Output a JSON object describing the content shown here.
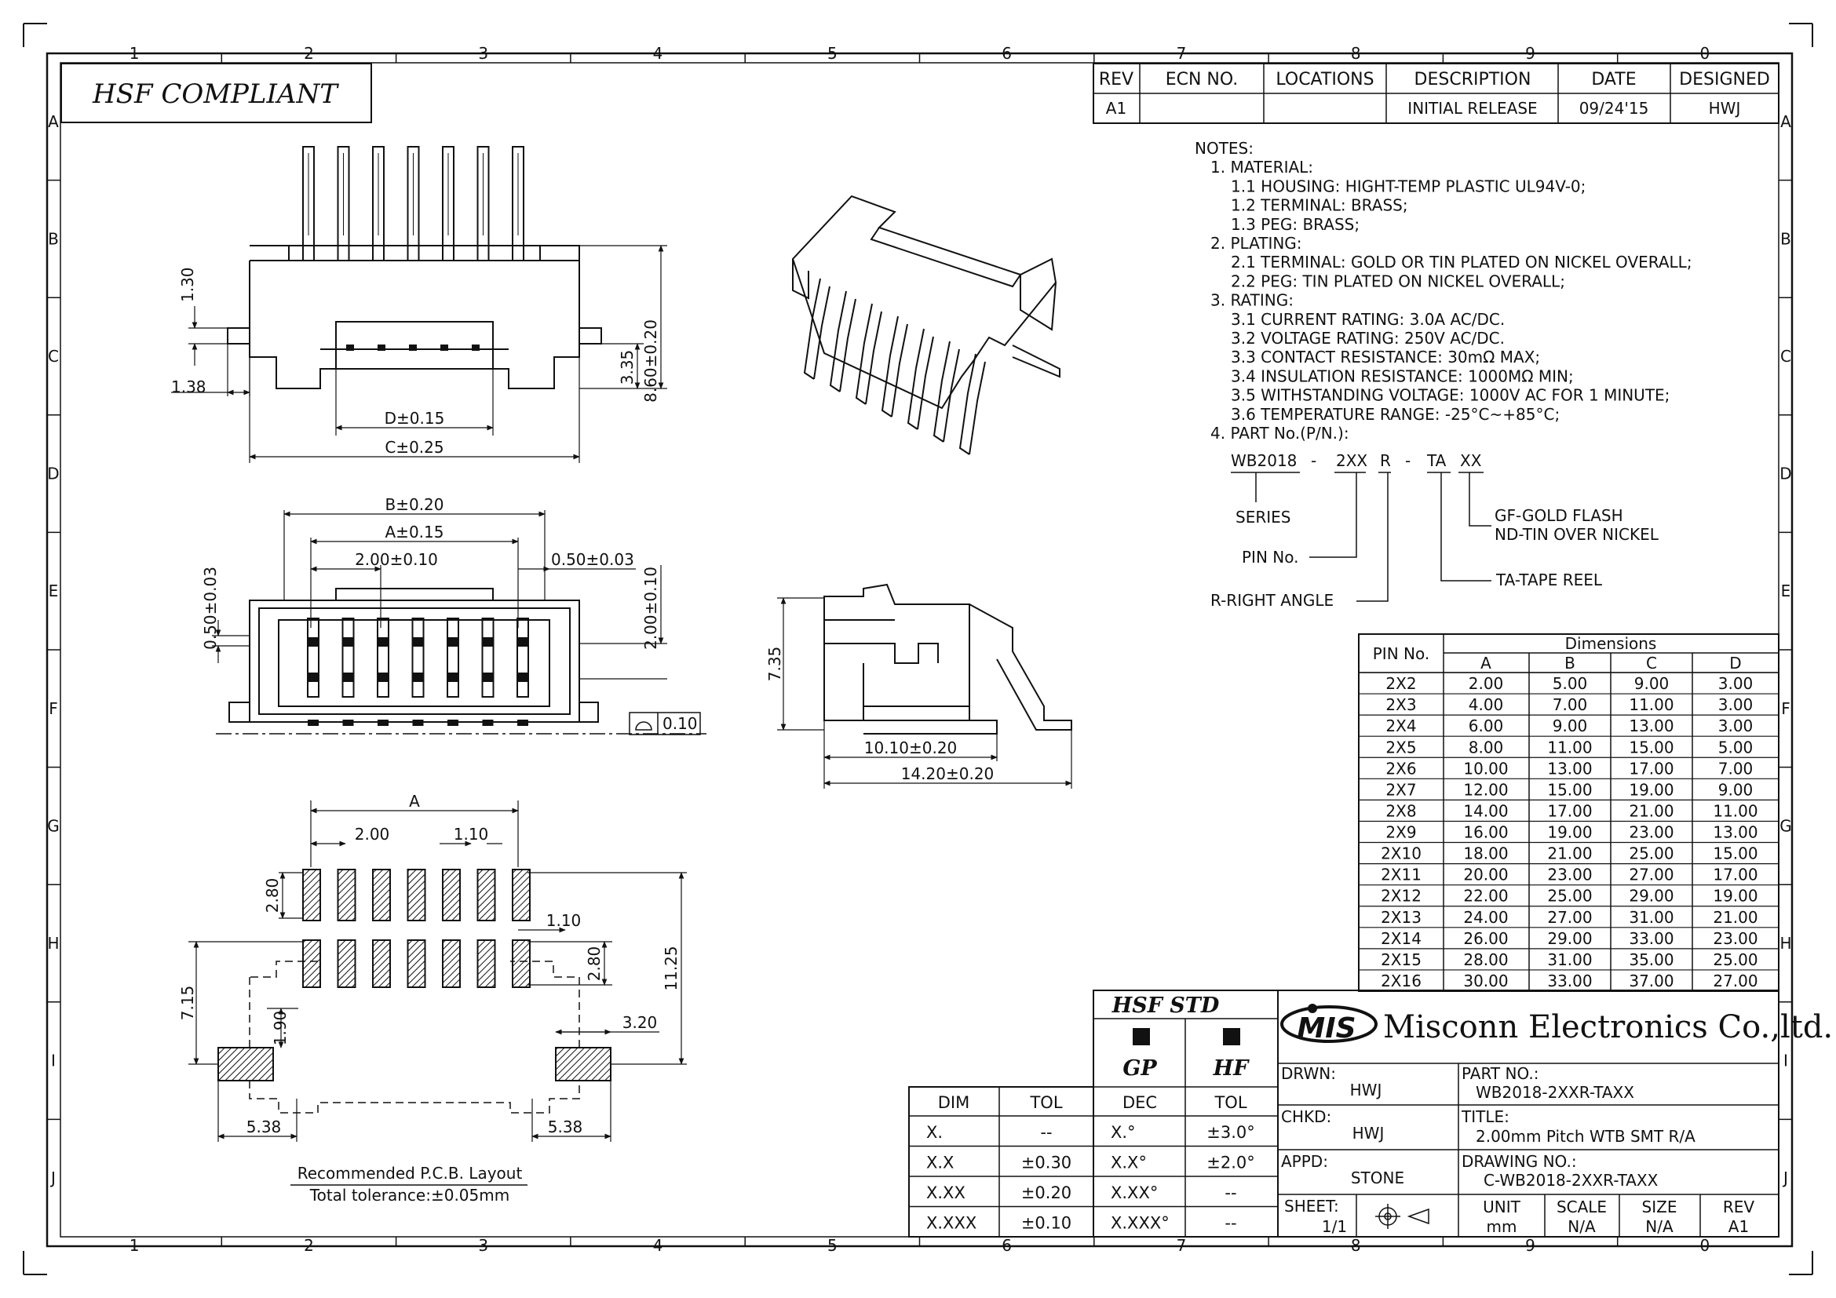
{
  "frame": {
    "cols": [
      "1",
      "2",
      "3",
      "4",
      "5",
      "6",
      "7",
      "8",
      "9",
      "0"
    ],
    "rows": [
      "A",
      "B",
      "C",
      "D",
      "E",
      "F",
      "G",
      "H",
      "I",
      "J"
    ]
  },
  "compliance": "HSF  COMPLIANT",
  "revision": {
    "headers": [
      "REV",
      "ECN NO.",
      "LOCATIONS",
      "DESCRIPTION",
      "DATE",
      "DESIGNED"
    ],
    "row": [
      "A1",
      "",
      "",
      "INITIAL RELEASE",
      "09/24'15",
      "HWJ"
    ]
  },
  "notes": [
    "NOTES:",
    "1. MATERIAL:",
    "1.1 HOUSING: HIGHT-TEMP PLASTIC UL94V-0;",
    "1.2 TERMINAL: BRASS;",
    "1.3 PEG: BRASS;",
    "2. PLATING:",
    "2.1 TERMINAL: GOLD OR TIN PLATED ON NICKEL OVERALL;",
    "2.2 PEG: TIN PLATED ON NICKEL OVERALL;",
    "3. RATING:",
    "3.1 CURRENT RATING: 3.0A AC/DC.",
    "3.2 VOLTAGE RATING: 250V AC/DC.",
    "3.3 CONTACT RESISTANCE: 30mΩ MAX;",
    "3.4 INSULATION RESISTANCE: 1000MΩ MIN;",
    "3.5 WITHSTANDING VOLTAGE: 1000V AC FOR 1 MINUTE;",
    "3.6 TEMPERATURE RANGE: -25°C~+85°C;",
    "4. PART No.(P/N.):"
  ],
  "part_code": {
    "series": "WB2018",
    "dash1": "-",
    "pins": "2XX",
    "angle": "R",
    "dash2": "-",
    "pack": "TA",
    "plating": "XX",
    "lbl_series": "SERIES",
    "lbl_pins": "PIN No.",
    "lbl_angle": "R-RIGHT ANGLE",
    "lbl_pack": "TA-TAPE REEL",
    "lbl_gf": "GF-GOLD FLASH",
    "lbl_nd": "ND-TIN OVER NICKEL"
  },
  "dim_table": {
    "title": "Dimensions",
    "pin_header": "PIN No.",
    "cols": [
      "A",
      "B",
      "C",
      "D"
    ],
    "rows": [
      [
        "2X2",
        "2.00",
        "5.00",
        "9.00",
        "3.00"
      ],
      [
        "2X3",
        "4.00",
        "7.00",
        "11.00",
        "3.00"
      ],
      [
        "2X4",
        "6.00",
        "9.00",
        "13.00",
        "3.00"
      ],
      [
        "2X5",
        "8.00",
        "11.00",
        "15.00",
        "5.00"
      ],
      [
        "2X6",
        "10.00",
        "13.00",
        "17.00",
        "7.00"
      ],
      [
        "2X7",
        "12.00",
        "15.00",
        "19.00",
        "9.00"
      ],
      [
        "2X8",
        "14.00",
        "17.00",
        "21.00",
        "11.00"
      ],
      [
        "2X9",
        "16.00",
        "19.00",
        "23.00",
        "13.00"
      ],
      [
        "2X10",
        "18.00",
        "21.00",
        "25.00",
        "15.00"
      ],
      [
        "2X11",
        "20.00",
        "23.00",
        "27.00",
        "17.00"
      ],
      [
        "2X12",
        "22.00",
        "25.00",
        "29.00",
        "19.00"
      ],
      [
        "2X13",
        "24.00",
        "27.00",
        "31.00",
        "21.00"
      ],
      [
        "2X14",
        "26.00",
        "29.00",
        "33.00",
        "23.00"
      ],
      [
        "2X15",
        "28.00",
        "31.00",
        "35.00",
        "25.00"
      ],
      [
        "2X16",
        "30.00",
        "33.00",
        "37.00",
        "27.00"
      ]
    ]
  },
  "top_view": {
    "h130": "1.30",
    "h860": "8.60±0.20",
    "h335": "3.35",
    "w138": "1.38",
    "d": "D±0.15",
    "c": "C±0.25"
  },
  "front_view": {
    "b": "B±0.20",
    "a": "A±0.15",
    "p200": "2.00±0.10",
    "p050": "0.50±0.03",
    "v050": "0.50±0.03",
    "v200": "2.00±0.10",
    "flat": "0.10"
  },
  "side_view": {
    "h735": "7.35",
    "w1010": "10.10±0.20",
    "w1420": "14.20±0.20"
  },
  "pcb_layout": {
    "a": "A",
    "p200": "2.00",
    "w110a": "1.10",
    "h280a": "2.80",
    "w110b": "1.10",
    "h280b": "2.80",
    "h715": "7.15",
    "h190": "1.90",
    "h1125": "11.25",
    "w320": "3.20",
    "w538a": "5.38",
    "w538b": "5.38",
    "caption1": "Recommended P.C.B. Layout",
    "caption2": "Total tolerance:±0.05mm"
  },
  "tolerance": {
    "dim_header": "DIM",
    "tol_header": "TOL",
    "rows": [
      [
        "X.",
        "--"
      ],
      [
        "X.X",
        "±0.30"
      ],
      [
        "X.XX",
        "±0.20"
      ],
      [
        "X.XXX",
        "±0.10"
      ]
    ]
  },
  "hsf_std": {
    "title": "HSF  STD",
    "gp": "GP",
    "hf": "HF",
    "dec_header": "DEC",
    "tol_header": "TOL",
    "rows": [
      [
        "X.°",
        "±3.0°"
      ],
      [
        "X.X°",
        "±2.0°"
      ],
      [
        "X.XX°",
        "--"
      ],
      [
        "X.XXX°",
        "--"
      ]
    ]
  },
  "title_block": {
    "logo": "MIS",
    "company": "Misconn Electronics Co.,ltd.",
    "drwn_label": "DRWN:",
    "drwn": "HWJ",
    "chkd_label": "CHKD:",
    "chkd": "HWJ",
    "appd_label": "APPD:",
    "appd": "STONE",
    "part_label": "PART NO.:",
    "part": "WB2018-2XXR-TAXX",
    "title_label": "TITLE:",
    "title": "2.00mm Pitch WTB SMT R/A",
    "drawing_label": "DRAWING NO.:",
    "drawing": "C-WB2018-2XXR-TAXX",
    "sheet_label": "SHEET:",
    "sheet": "1/1",
    "unit_label": "UNIT",
    "unit": "mm",
    "scale_label": "SCALE",
    "scale": "N/A",
    "size_label": "SIZE",
    "size": "N/A",
    "rev_label": "REV",
    "rev": "A1"
  }
}
